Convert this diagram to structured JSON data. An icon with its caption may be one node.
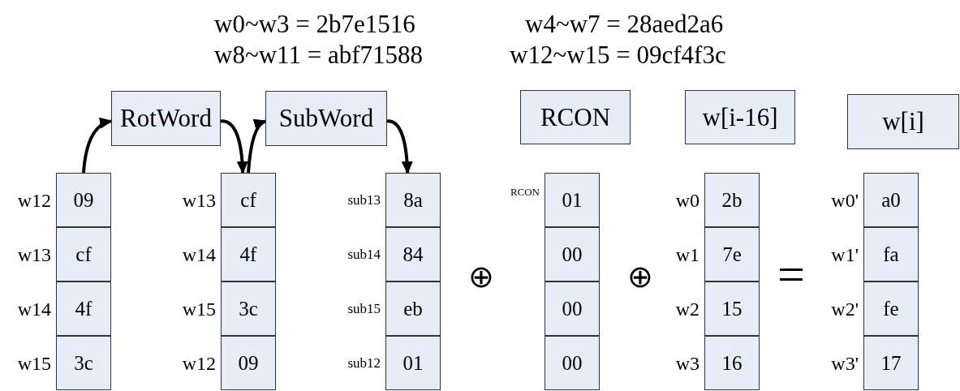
{
  "diagram": {
    "nodes": [
      {
        "text": [
          "RotWord"
        ]
      },
      {
        "text": [
          "SubWord"
        ]
      },
      {
        "text": [
          "RCON"
        ]
      },
      {
        "text": [
          "w[i-16]"
        ]
      },
      {
        "text": [
          "w[i]"
        ]
      },
      {
        "text": [
          "09"
        ],
        "beside": [
          "w12"
        ]
      },
      {
        "text": [
          "cf"
        ],
        "beside": [
          "w13"
        ]
      },
      {
        "text": [
          "4f"
        ],
        "beside": [
          "w14"
        ]
      },
      {
        "text": [
          "3c"
        ],
        "beside": [
          "w15"
        ]
      },
      {
        "text": [
          "cf"
        ],
        "beside": [
          "w13"
        ]
      },
      {
        "text": [
          "4f"
        ],
        "beside": [
          "w14"
        ]
      },
      {
        "text": [
          "3c"
        ],
        "beside": [
          "w15"
        ]
      },
      {
        "text": [
          "09"
        ],
        "beside": [
          "w12"
        ]
      },
      {
        "text": [
          "8a"
        ],
        "beside": [
          "sub13"
        ]
      },
      {
        "text": [
          "84"
        ],
        "beside": [
          "sub14"
        ]
      },
      {
        "text": [
          "eb"
        ],
        "beside": [
          "sub15"
        ]
      },
      {
        "text": [
          "01"
        ],
        "beside": [
          "sub12"
        ]
      },
      {
        "text": [
          "01"
        ],
        "beside": [
          "RCON"
        ]
      },
      {
        "text": [
          "00"
        ]
      },
      {
        "text": [
          "00"
        ]
      },
      {
        "text": [
          "00"
        ]
      },
      {
        "text": [
          "2b"
        ],
        "beside": [
          "w0"
        ]
      },
      {
        "text": [
          "7e"
        ],
        "beside": [
          "w1"
        ]
      },
      {
        "text": [
          "15"
        ],
        "beside": [
          "w2"
        ]
      },
      {
        "text": [
          "16"
        ],
        "beside": [
          "w3"
        ]
      },
      {
        "text": [
          "a0"
        ],
        "beside": [
          "w0'"
        ]
      },
      {
        "text": [
          "fa"
        ],
        "beside": [
          "w1'"
        ]
      },
      {
        "text": [
          "fe"
        ],
        "beside": [
          "w2'"
        ]
      },
      {
        "text": [
          "17"
        ],
        "beside": [
          "w3'"
        ]
      }
    ],
    "edges": [
      {
        "from": 5,
        "to": 0,
        "arrow": "to"
      },
      {
        "from": 0,
        "to": 9,
        "arrow": "to"
      },
      {
        "from": 9,
        "to": 1,
        "arrow": "to"
      },
      {
        "from": 1,
        "to": 13,
        "arrow": "to"
      }
    ],
    "labels": [
      "w0~w3 = 2b7e1516",
      "w4~w7 = 28aed2a6",
      "w8~w11 = abf71588",
      "w12~w15 = 09cf4f3c",
      "⊕",
      "⊕",
      "="
    ]
  }
}
